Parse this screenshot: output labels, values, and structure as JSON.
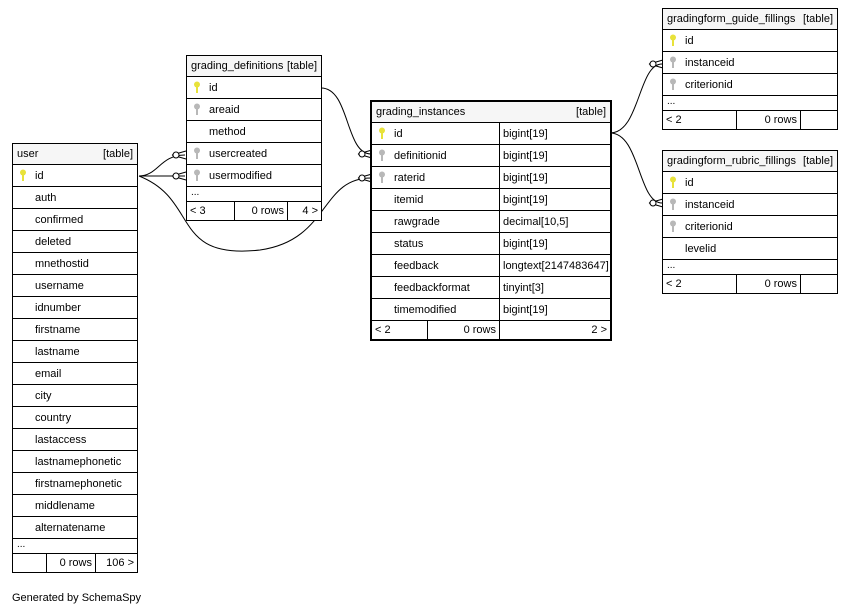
{
  "tables": {
    "user": {
      "name": "user",
      "type": "[table]",
      "columns": [
        "id",
        "auth",
        "confirmed",
        "deleted",
        "mnethostid",
        "username",
        "idnumber",
        "firstname",
        "lastname",
        "email",
        "city",
        "country",
        "lastaccess",
        "lastnamephonetic",
        "firstnamephonetic",
        "middlename",
        "alternatename"
      ],
      "ellipsis": "...",
      "footer": [
        "",
        "0 rows",
        "106 >"
      ]
    },
    "grading_definitions": {
      "name": "grading_definitions",
      "type": "[table]",
      "columns": [
        "id",
        "areaid",
        "method",
        "usercreated",
        "usermodified"
      ],
      "ellipsis": "...",
      "footer": [
        "< 3",
        "0 rows",
        "4 >"
      ]
    },
    "grading_instances": {
      "name": "grading_instances",
      "type": "[table]",
      "columns": [
        {
          "name": "id",
          "type": "bigint[19]"
        },
        {
          "name": "definitionid",
          "type": "bigint[19]"
        },
        {
          "name": "raterid",
          "type": "bigint[19]"
        },
        {
          "name": "itemid",
          "type": "bigint[19]"
        },
        {
          "name": "rawgrade",
          "type": "decimal[10,5]"
        },
        {
          "name": "status",
          "type": "bigint[19]"
        },
        {
          "name": "feedback",
          "type": "longtext[2147483647]"
        },
        {
          "name": "feedbackformat",
          "type": "tinyint[3]"
        },
        {
          "name": "timemodified",
          "type": "bigint[19]"
        }
      ],
      "footer": [
        "< 2",
        "0 rows",
        "2 >"
      ]
    },
    "gradingform_guide_fillings": {
      "name": "gradingform_guide_fillings",
      "type": "[table]",
      "columns": [
        "id",
        "instanceid",
        "criterionid"
      ],
      "ellipsis": "...",
      "footer": [
        "< 2",
        "0 rows"
      ]
    },
    "gradingform_rubric_fillings": {
      "name": "gradingform_rubric_fillings",
      "type": "[table]",
      "columns": [
        "id",
        "instanceid",
        "criterionid",
        "levelid"
      ],
      "ellipsis": "...",
      "footer": [
        "< 2",
        "0 rows"
      ]
    }
  },
  "generated_by": "Generated by SchemaSpy",
  "colors": {
    "primary_key": "#e8e23a",
    "foreign_key": "#b8b8b8",
    "border": "#000000"
  }
}
